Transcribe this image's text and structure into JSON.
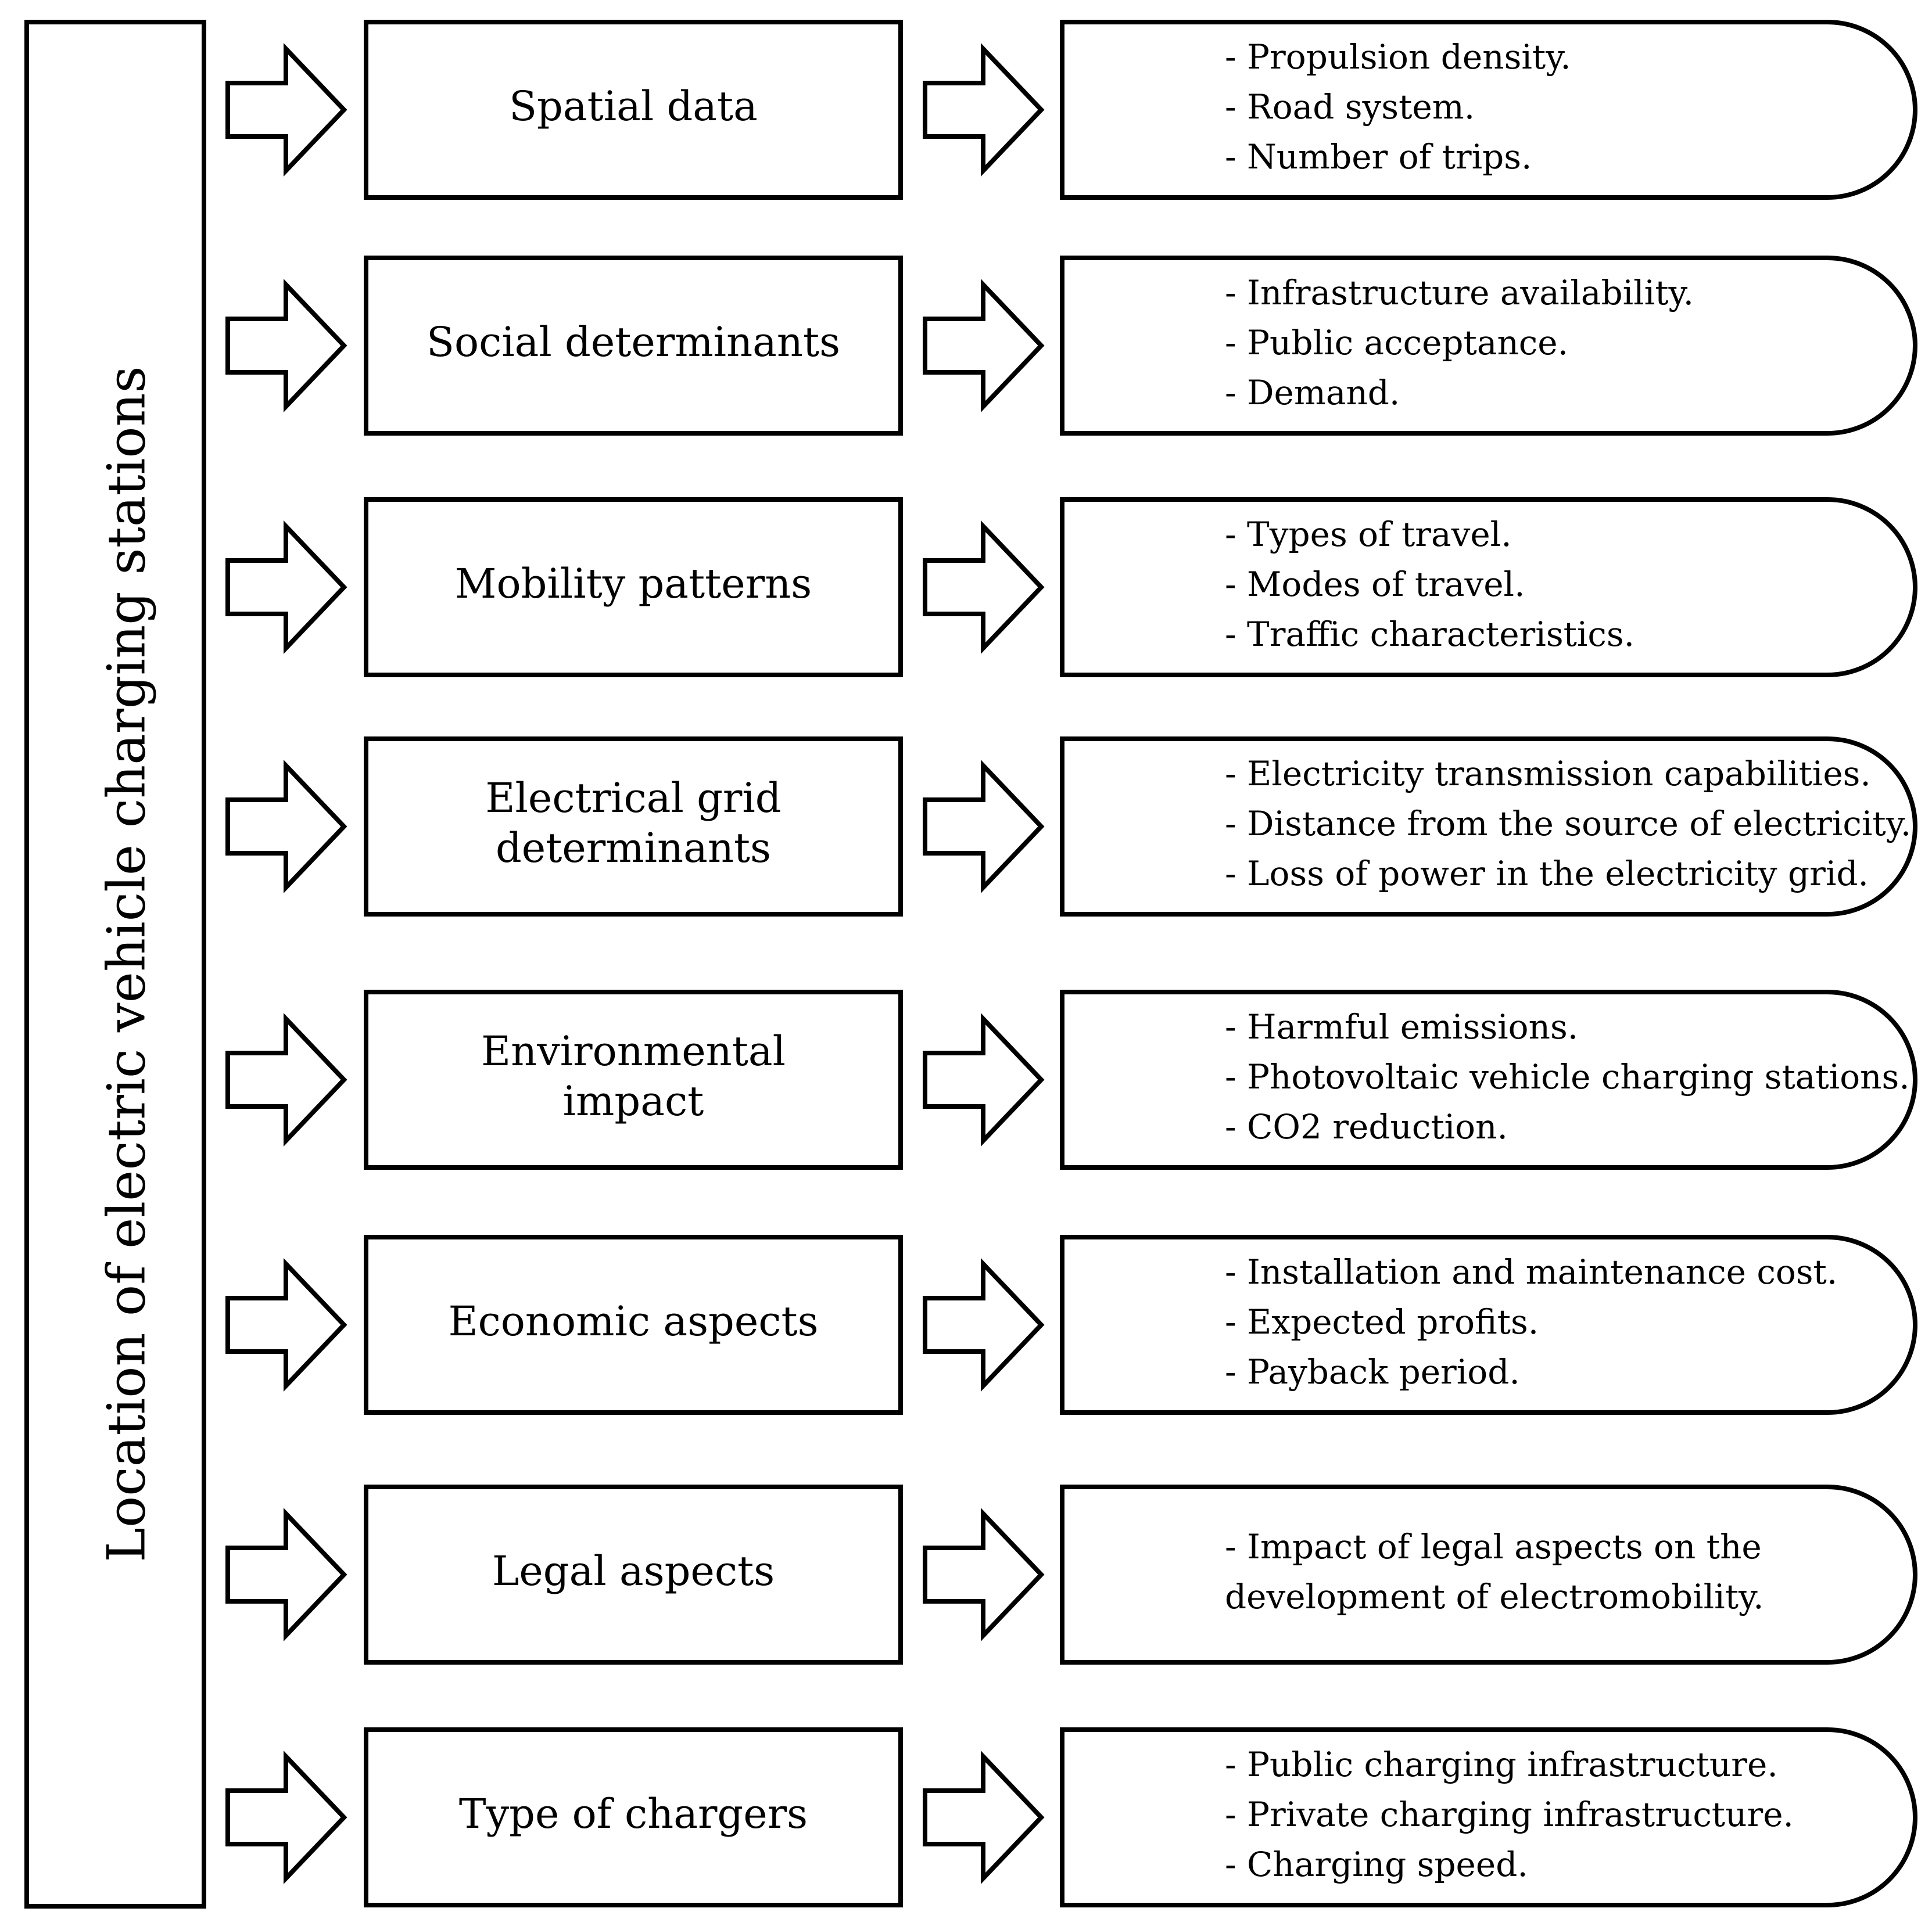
{
  "main_title": "Location of electric vehicle charging stations",
  "rows": [
    {
      "factor": [
        "Spatial data"
      ],
      "details": [
        "- Propulsion density.",
        "- Road system.",
        "- Number of trips."
      ]
    },
    {
      "factor": [
        "Social determinants"
      ],
      "details": [
        "- Infrastructure availability.",
        "- Public acceptance.",
        "- Demand."
      ]
    },
    {
      "factor": [
        "Mobility patterns"
      ],
      "details": [
        "- Types of travel.",
        "- Modes of travel.",
        "- Traffic characteristics."
      ]
    },
    {
      "factor": [
        "Electrical grid",
        "determinants"
      ],
      "details": [
        "- Electricity transmission capabilities.",
        "- Distance from the source of electricity.",
        "- Loss of power in the electricity grid."
      ]
    },
    {
      "factor": [
        "Environmental",
        "impact"
      ],
      "details": [
        "- Harmful emissions.",
        "- Photovoltaic vehicle charging stations.",
        "- CO2 reduction."
      ]
    },
    {
      "factor": [
        "Economic aspects"
      ],
      "details": [
        "- Installation and maintenance cost.",
        "- Expected profits.",
        "- Payback period."
      ]
    },
    {
      "factor": [
        "Legal aspects"
      ],
      "details": [
        "- Impact of legal aspects on the",
        "development of electromobility."
      ]
    },
    {
      "factor": [
        "Type of chargers"
      ],
      "details": [
        "- Public charging infrastructure.",
        "- Private charging infrastructure.",
        "- Charging speed."
      ]
    }
  ]
}
